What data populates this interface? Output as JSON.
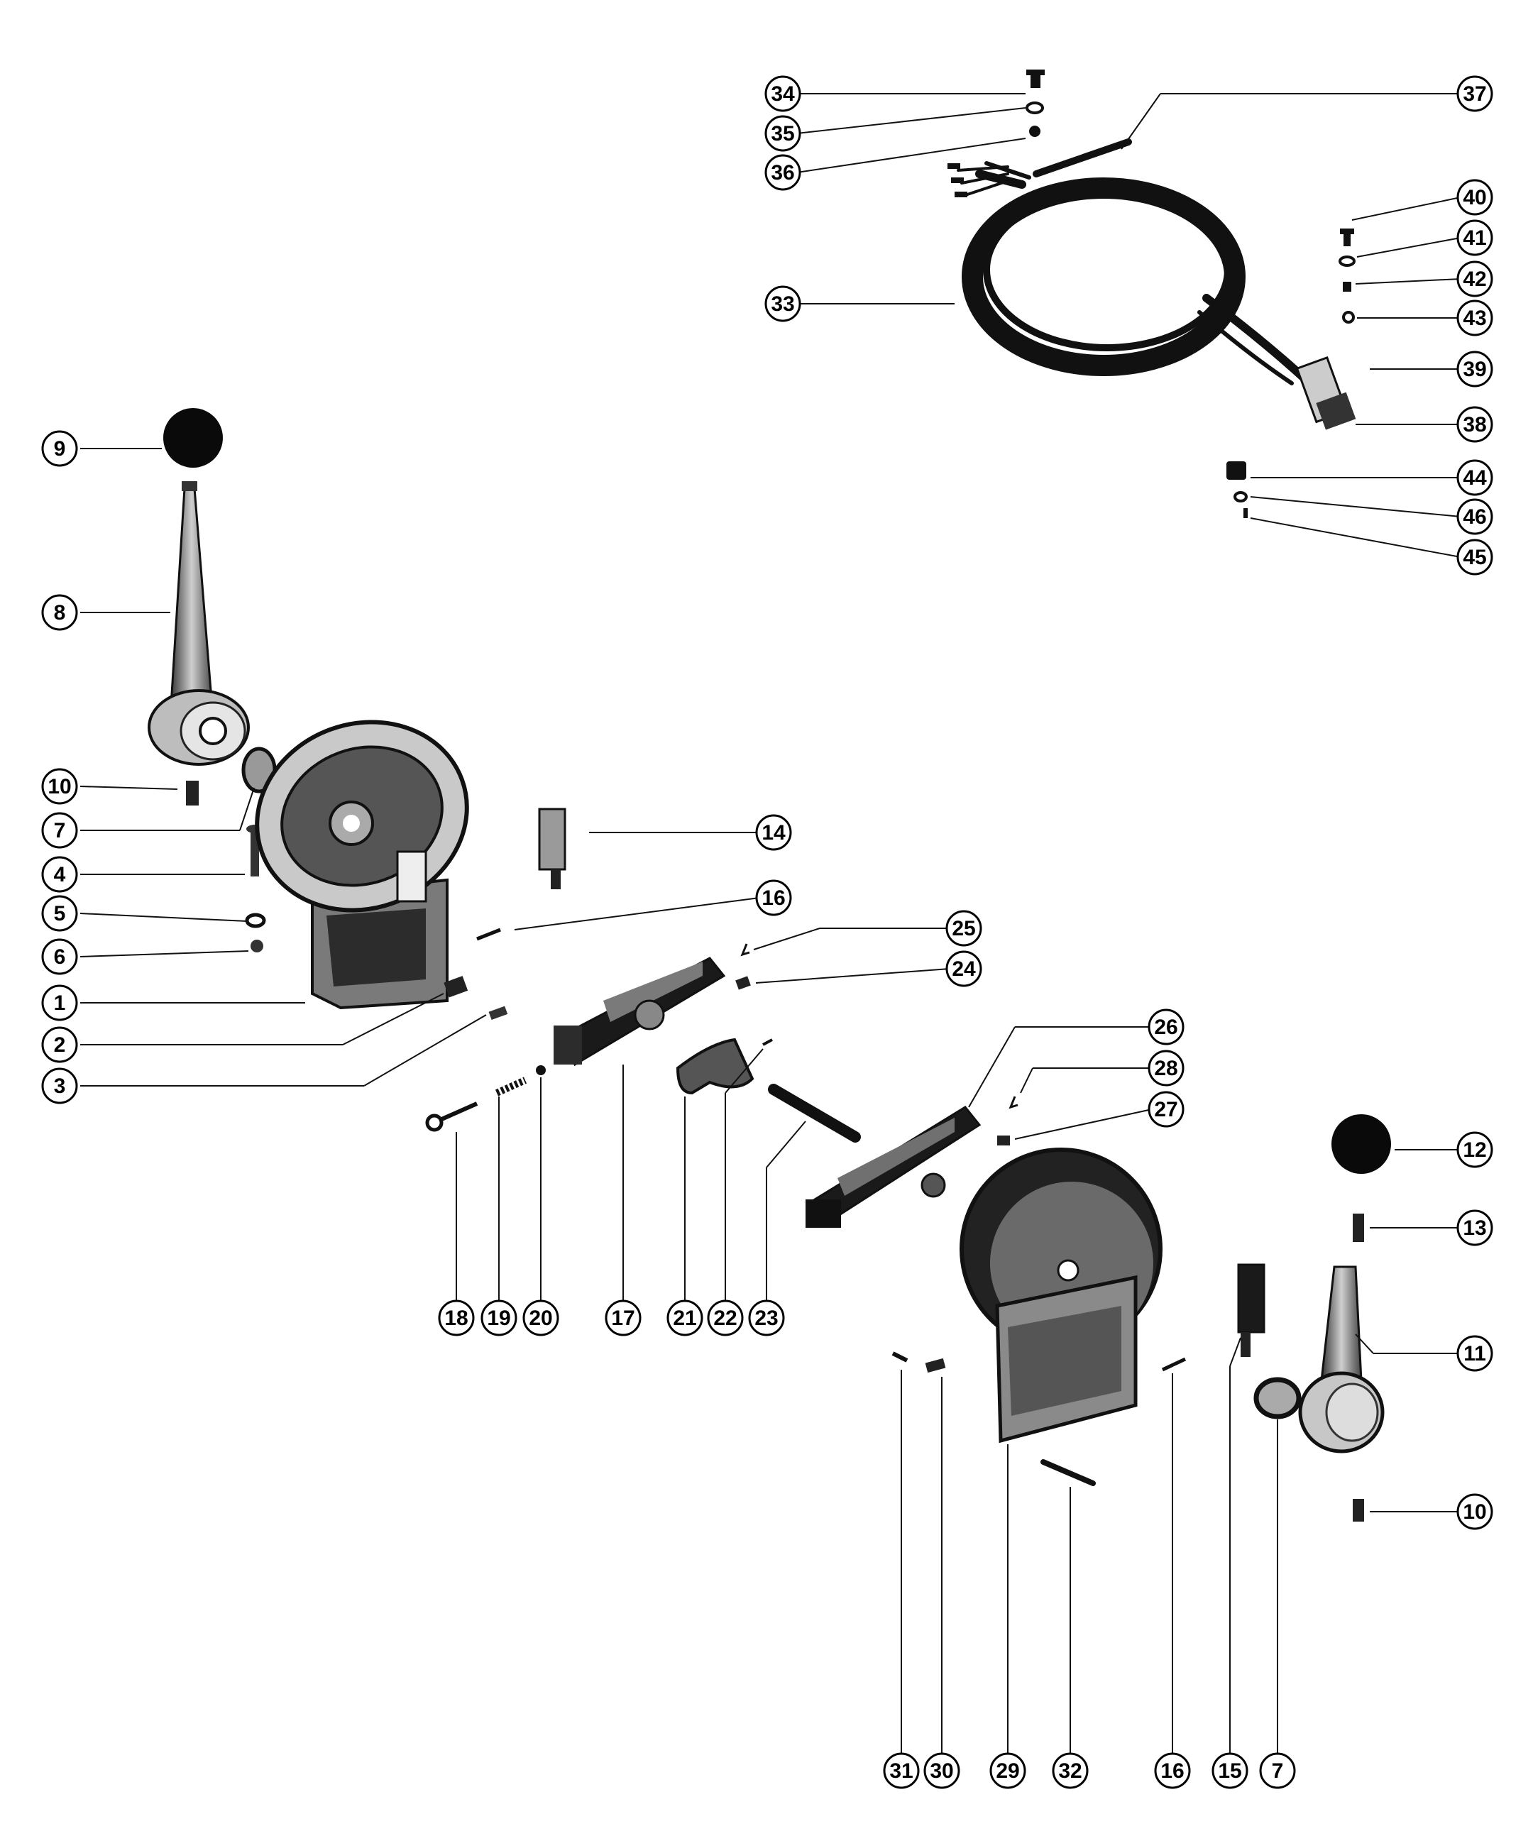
{
  "callouts": [
    {
      "label": "34"
    },
    {
      "label": "35"
    },
    {
      "label": "36"
    },
    {
      "label": "37"
    },
    {
      "label": "33"
    },
    {
      "label": "40"
    },
    {
      "label": "41"
    },
    {
      "label": "42"
    },
    {
      "label": "43"
    },
    {
      "label": "39"
    },
    {
      "label": "38"
    },
    {
      "label": "44"
    },
    {
      "label": "46"
    },
    {
      "label": "45"
    },
    {
      "label": "9"
    },
    {
      "label": "8"
    },
    {
      "label": "10"
    },
    {
      "label": "7"
    },
    {
      "label": "4"
    },
    {
      "label": "5"
    },
    {
      "label": "6"
    },
    {
      "label": "1"
    },
    {
      "label": "2"
    },
    {
      "label": "3"
    },
    {
      "label": "14"
    },
    {
      "label": "16"
    },
    {
      "label": "25"
    },
    {
      "label": "24"
    },
    {
      "label": "26"
    },
    {
      "label": "28"
    },
    {
      "label": "27"
    },
    {
      "label": "12"
    },
    {
      "label": "13"
    },
    {
      "label": "11"
    },
    {
      "label": "10"
    },
    {
      "label": "18"
    },
    {
      "label": "19"
    },
    {
      "label": "20"
    },
    {
      "label": "17"
    },
    {
      "label": "21"
    },
    {
      "label": "22"
    },
    {
      "label": "23"
    },
    {
      "label": "31"
    },
    {
      "label": "30"
    },
    {
      "label": "29"
    },
    {
      "label": "32"
    },
    {
      "label": "16"
    },
    {
      "label": "15"
    },
    {
      "label": "7"
    }
  ]
}
